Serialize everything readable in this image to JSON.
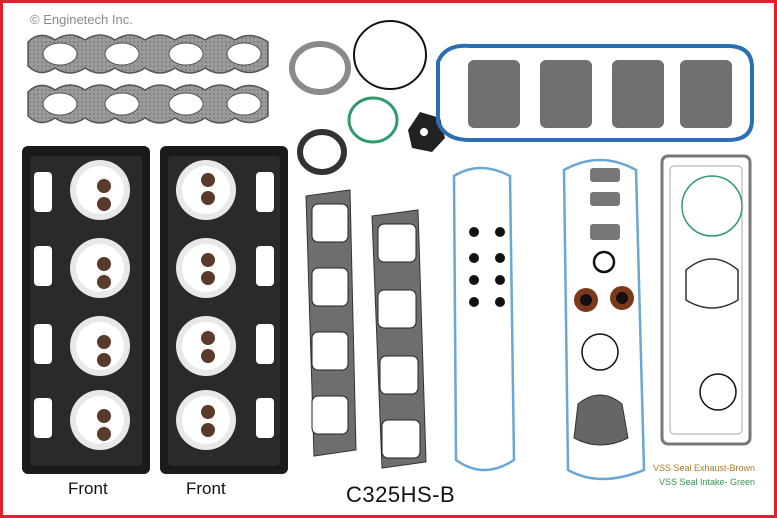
{
  "copyright": "© Enginetech Inc.",
  "labels": {
    "front_left": "Front",
    "front_right": "Front"
  },
  "part_number": "C325HS-B",
  "legend": {
    "exhaust": "VSS Seal Exhaust-Brown",
    "intake": "VSS Seal Intake- Green"
  },
  "colors": {
    "border": "#e0202a",
    "blue_seal": "#2a6fb4",
    "green_seal": "#2f9a6a",
    "brown_seal": "#7a3a1a",
    "gasket_gray": "#6e6e6e",
    "light_blue": "#6aa6d6"
  }
}
